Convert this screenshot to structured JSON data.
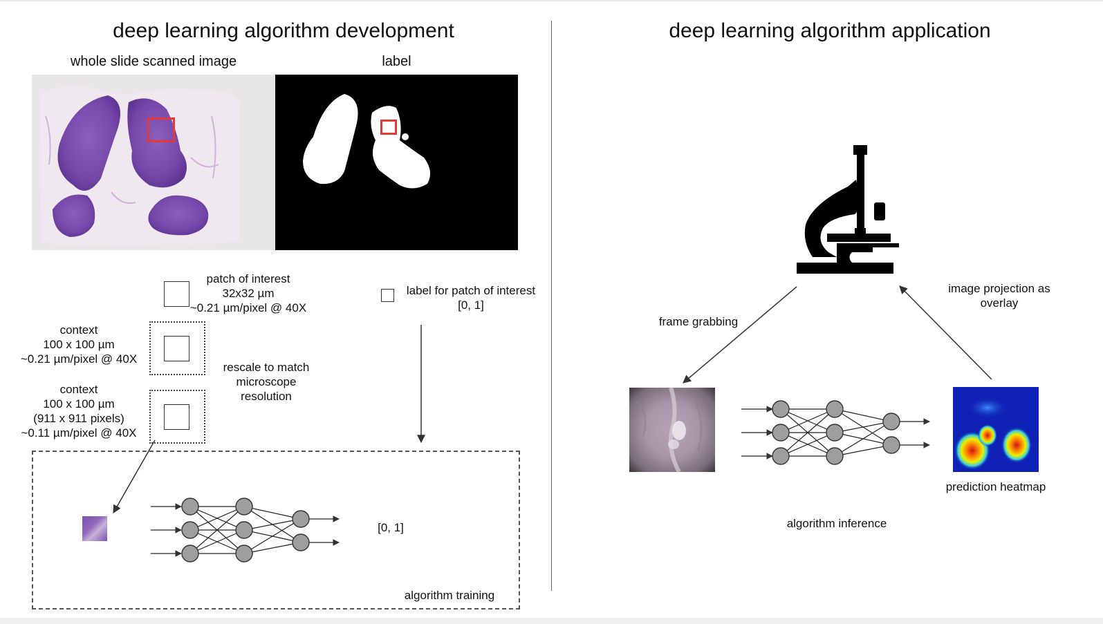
{
  "left_section": {
    "title": "deep learning algorithm development",
    "slide_caption": "whole slide scanned image",
    "label_caption": "label",
    "patch_of_interest": [
      "patch of interest",
      "32x32 µm",
      "~0.21 µm/pixel @ 40X"
    ],
    "context_1": [
      "context",
      "100 x 100 µm",
      "~0.21 µm/pixel @ 40X"
    ],
    "context_2": [
      "context",
      "100 x 100 µm",
      "(911 x 911 pixels)",
      "~0.11 µm/pixel @ 40X"
    ],
    "rescale_note": [
      "rescale to match",
      "microscope",
      "resolution"
    ],
    "label_for_patch": [
      "label for patch of interest",
      "[0, 1]"
    ],
    "training_output": "[0, 1]",
    "training_caption": "algorithm training"
  },
  "right_section": {
    "title": "deep learning algorithm application",
    "frame_grabbing": "frame grabbing",
    "image_projection": [
      "image projection as",
      "overlay"
    ],
    "prediction_heatmap": "prediction heatmap",
    "inference_caption": "algorithm inference"
  },
  "colors": {
    "highlight_box": "#e53935",
    "tissue": "#7b4cad",
    "node_fill": "#9e9e9e",
    "line": "#333333"
  },
  "icons": [
    "microscope-icon",
    "neural-network-icon"
  ]
}
